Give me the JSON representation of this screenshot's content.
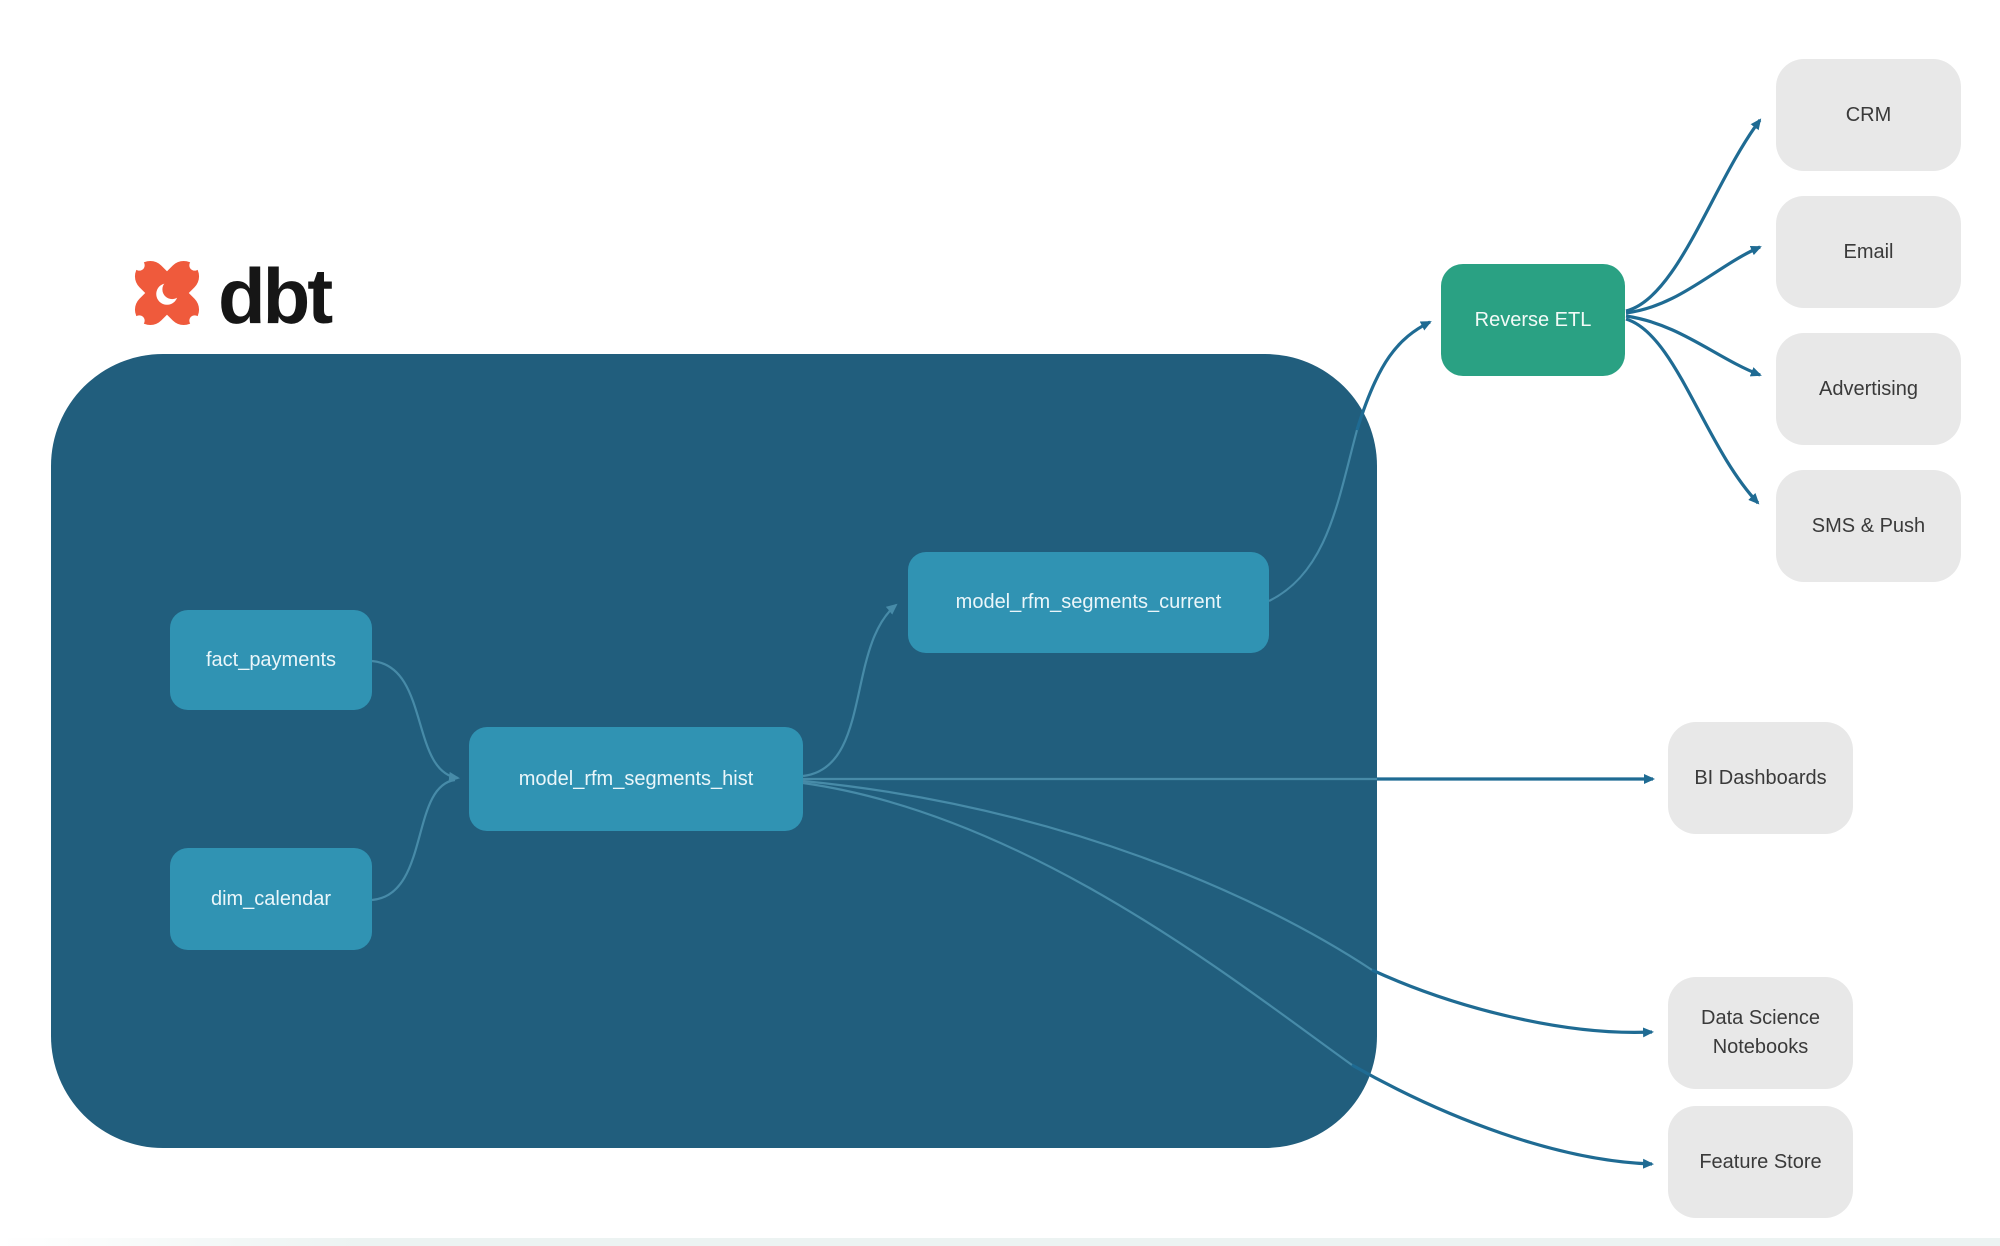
{
  "brand": {
    "name": "dbt",
    "icon": "dbt-pinwheel-icon"
  },
  "colors": {
    "warehouse_bg": "#215e7d",
    "model_node_bg": "#3093b3",
    "reverse_etl_bg": "#2aa183",
    "destination_bg": "#e8e8e8",
    "edge_inner": "#4e93b0",
    "edge_outer": "#1f6b93",
    "logo_orange": "#ef5a3c"
  },
  "warehouse": {
    "nodes": [
      {
        "id": "fact_payments",
        "label": "fact_payments"
      },
      {
        "id": "dim_calendar",
        "label": "dim_calendar"
      },
      {
        "id": "model_rfm_segments_hist",
        "label": "model_rfm_segments_hist"
      },
      {
        "id": "model_rfm_segments_current",
        "label": "model_rfm_segments_current"
      }
    ]
  },
  "reverse_etl": {
    "label": "Reverse ETL"
  },
  "activation_destinations": [
    {
      "label": "CRM"
    },
    {
      "label": "Email"
    },
    {
      "label": "Advertising"
    },
    {
      "label": "SMS & Push"
    }
  ],
  "analytics_destinations": [
    {
      "label": "BI Dashboards"
    },
    {
      "label": "Data Science Notebooks"
    },
    {
      "label": "Feature Store"
    }
  ]
}
